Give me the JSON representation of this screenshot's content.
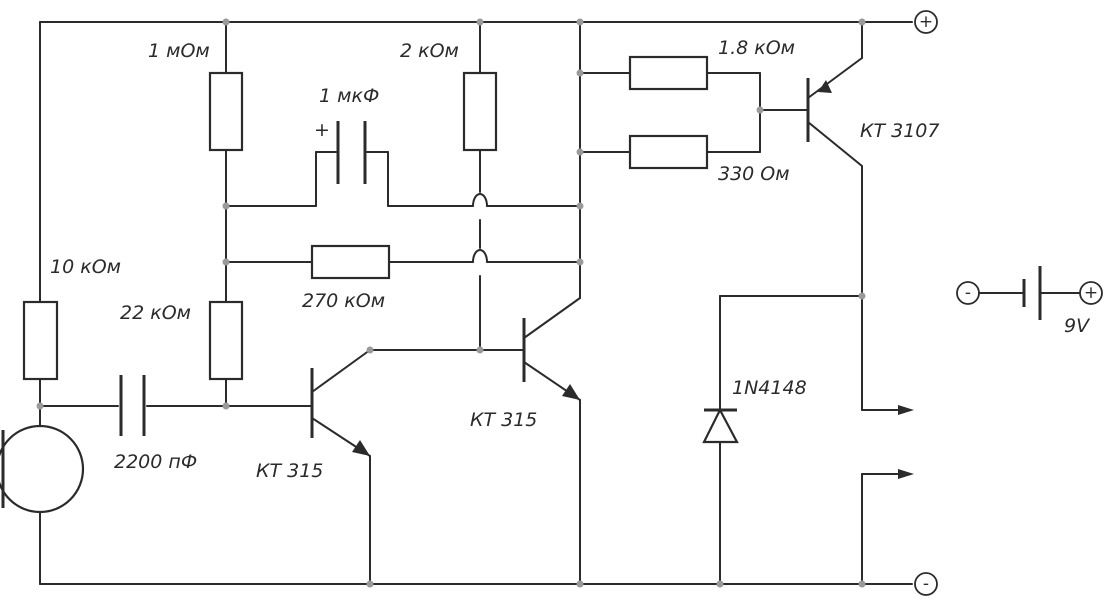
{
  "labels": {
    "r_1mohm": "1 мОм",
    "r_2kohm": "2 кОм",
    "r_1_8kohm": "1.8 кОм",
    "r_330ohm": "330 Ом",
    "r_10kohm": "10 кОм",
    "r_22kohm": "22 кОм",
    "r_270kohm": "270 кОм",
    "c_1uf": "1 мкФ",
    "c_1uf_polarity": "+",
    "c_2200pf": "2200 пФ",
    "q1": "КТ 315",
    "q2": "КТ 315",
    "q3": "КТ 3107",
    "diode": "1N4148",
    "battery_voltage": "9V"
  },
  "terminals": {
    "supply_plus": "+",
    "supply_minus": "-",
    "battery_minus": "-",
    "battery_plus": "+"
  }
}
